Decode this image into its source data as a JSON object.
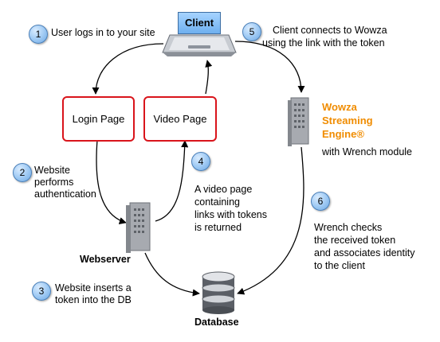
{
  "nodes": {
    "client": "Client",
    "login_page": "Login Page",
    "video_page": "Video Page",
    "wowza_line1": "Wowza",
    "wowza_line2": "Streaming",
    "wowza_line3": "Engine®",
    "wowza_module": "with Wrench module",
    "webserver": "Webserver",
    "database": "Database"
  },
  "steps": [
    {
      "number": "1",
      "lines": [
        "User logs in to your site"
      ]
    },
    {
      "number": "2",
      "lines": [
        "Website",
        "performs",
        "authentication"
      ]
    },
    {
      "number": "3",
      "lines": [
        "Website inserts a",
        "token into the DB"
      ]
    },
    {
      "number": "4",
      "lines": [
        "A video page",
        "containing",
        "links with tokens",
        "is returned"
      ]
    },
    {
      "number": "5",
      "lines": [
        "Client connects to Wowza",
        "using the link with the token"
      ]
    },
    {
      "number": "6",
      "lines": [
        "Wrench checks",
        "the received token",
        "and associates identity",
        "to the client"
      ]
    }
  ]
}
